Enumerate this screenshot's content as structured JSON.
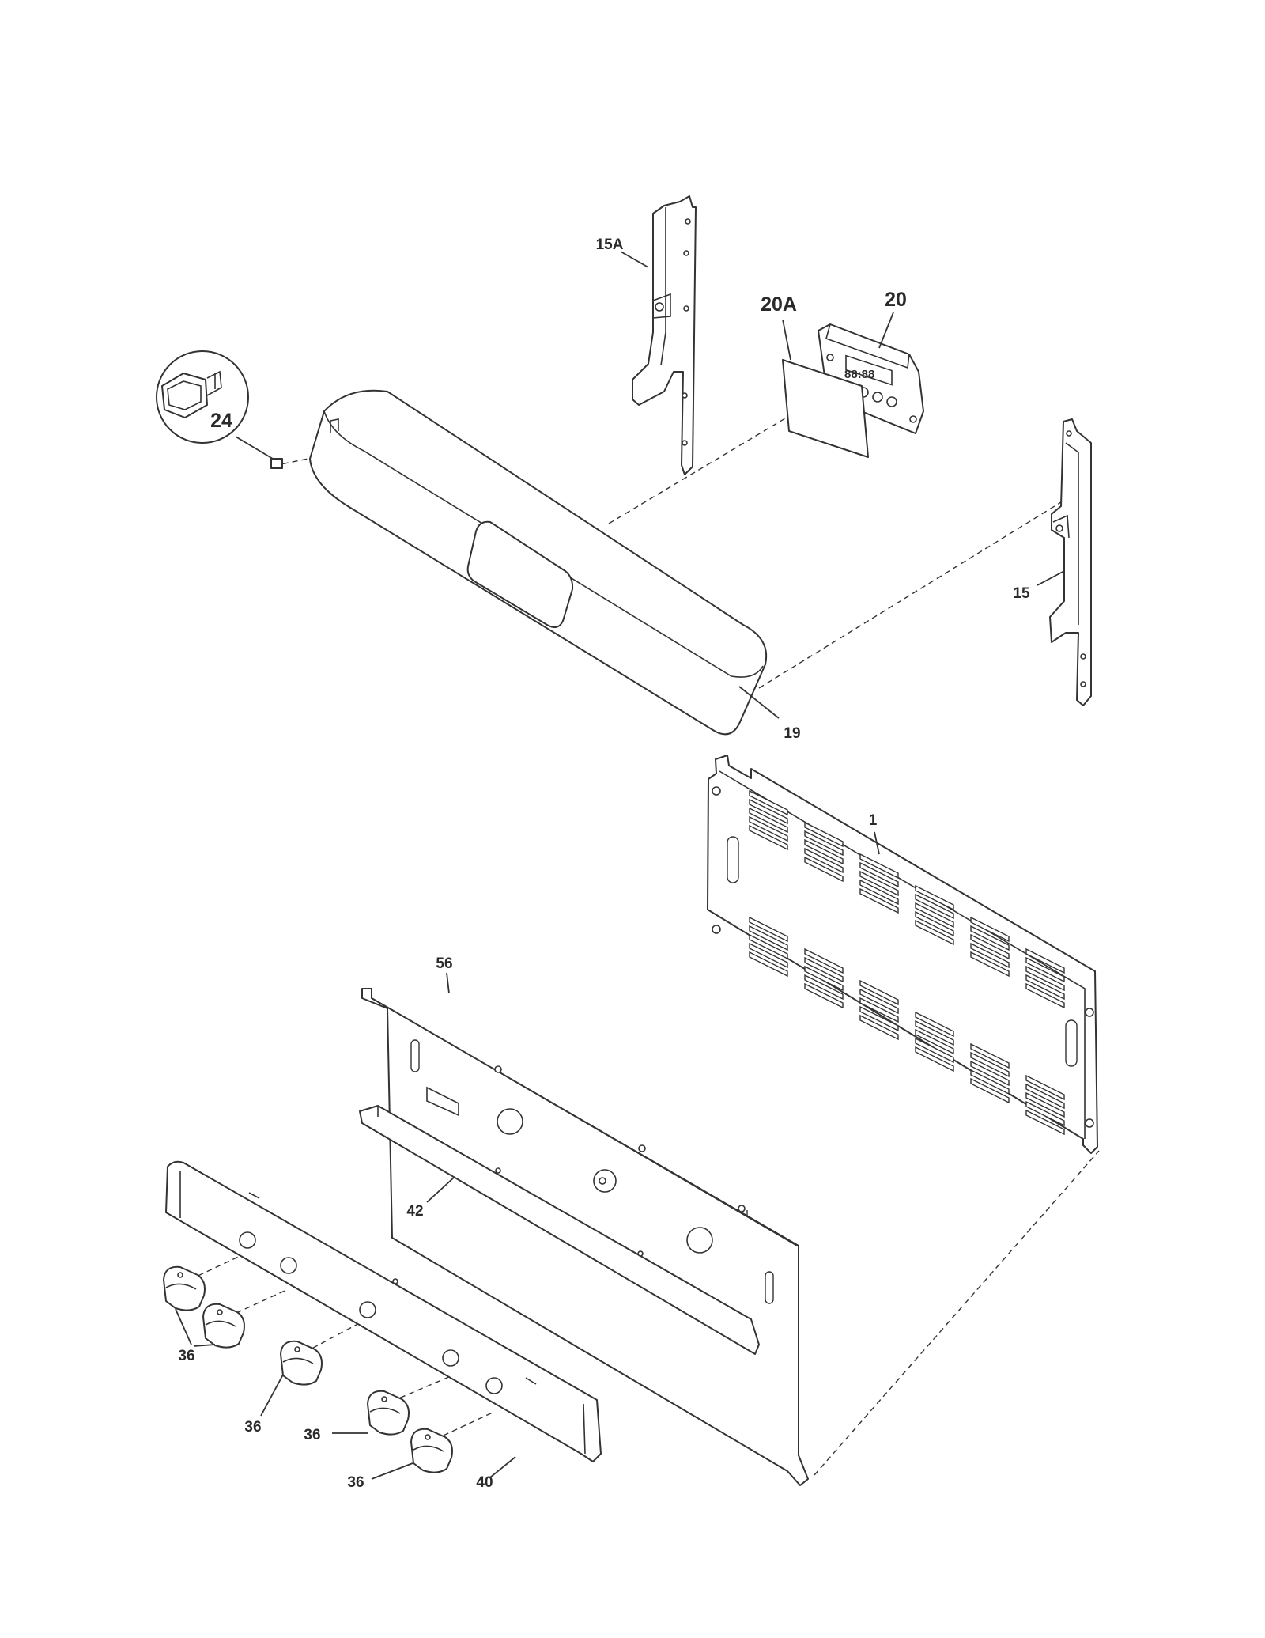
{
  "diagram": {
    "labels": {
      "p1": "1",
      "p15": "15",
      "p15a": "15A",
      "p19": "19",
      "p20": "20",
      "p20a": "20A",
      "p24": "24",
      "p36_a": "36",
      "p36_b": "36",
      "p36_c": "36",
      "p36_d": "36",
      "p40": "40",
      "p42": "42",
      "p56": "56"
    },
    "display_readout": "88:88"
  }
}
